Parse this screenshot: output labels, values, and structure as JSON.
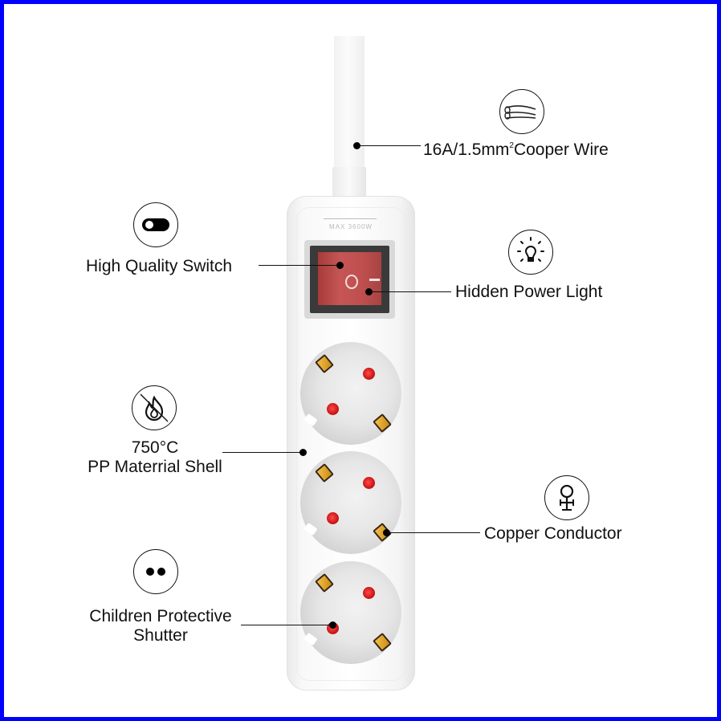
{
  "product": {
    "type": "power strip",
    "outlets": 3,
    "rating_marking": "MAX 3600W",
    "switch_symbols": {
      "off": "O",
      "on": "—"
    }
  },
  "features": [
    {
      "id": "wire",
      "icon": "wire-cable-icon",
      "lines": [
        "16A/1.5mm",
        "2",
        "Cooper Wire"
      ]
    },
    {
      "id": "switch",
      "icon": "toggle-switch-icon",
      "lines": [
        "High Quality Switch"
      ]
    },
    {
      "id": "light",
      "icon": "lightbulb-icon",
      "lines": [
        "Hidden Power Light"
      ]
    },
    {
      "id": "shell",
      "icon": "no-fire-icon",
      "lines": [
        "750°C",
        "PP Materrial Shell"
      ]
    },
    {
      "id": "conductor",
      "icon": "copper-symbol-icon",
      "lines": [
        "Copper Conductor"
      ]
    },
    {
      "id": "shutter",
      "icon": "two-dots-icon",
      "lines": [
        "Children Protective",
        "Shutter"
      ]
    }
  ],
  "colors": {
    "frame": "#0000ff",
    "rocker": "#c04f4f",
    "pin": "#d11a1a",
    "ground_clip": "#e0a52e",
    "text": "#111111"
  }
}
